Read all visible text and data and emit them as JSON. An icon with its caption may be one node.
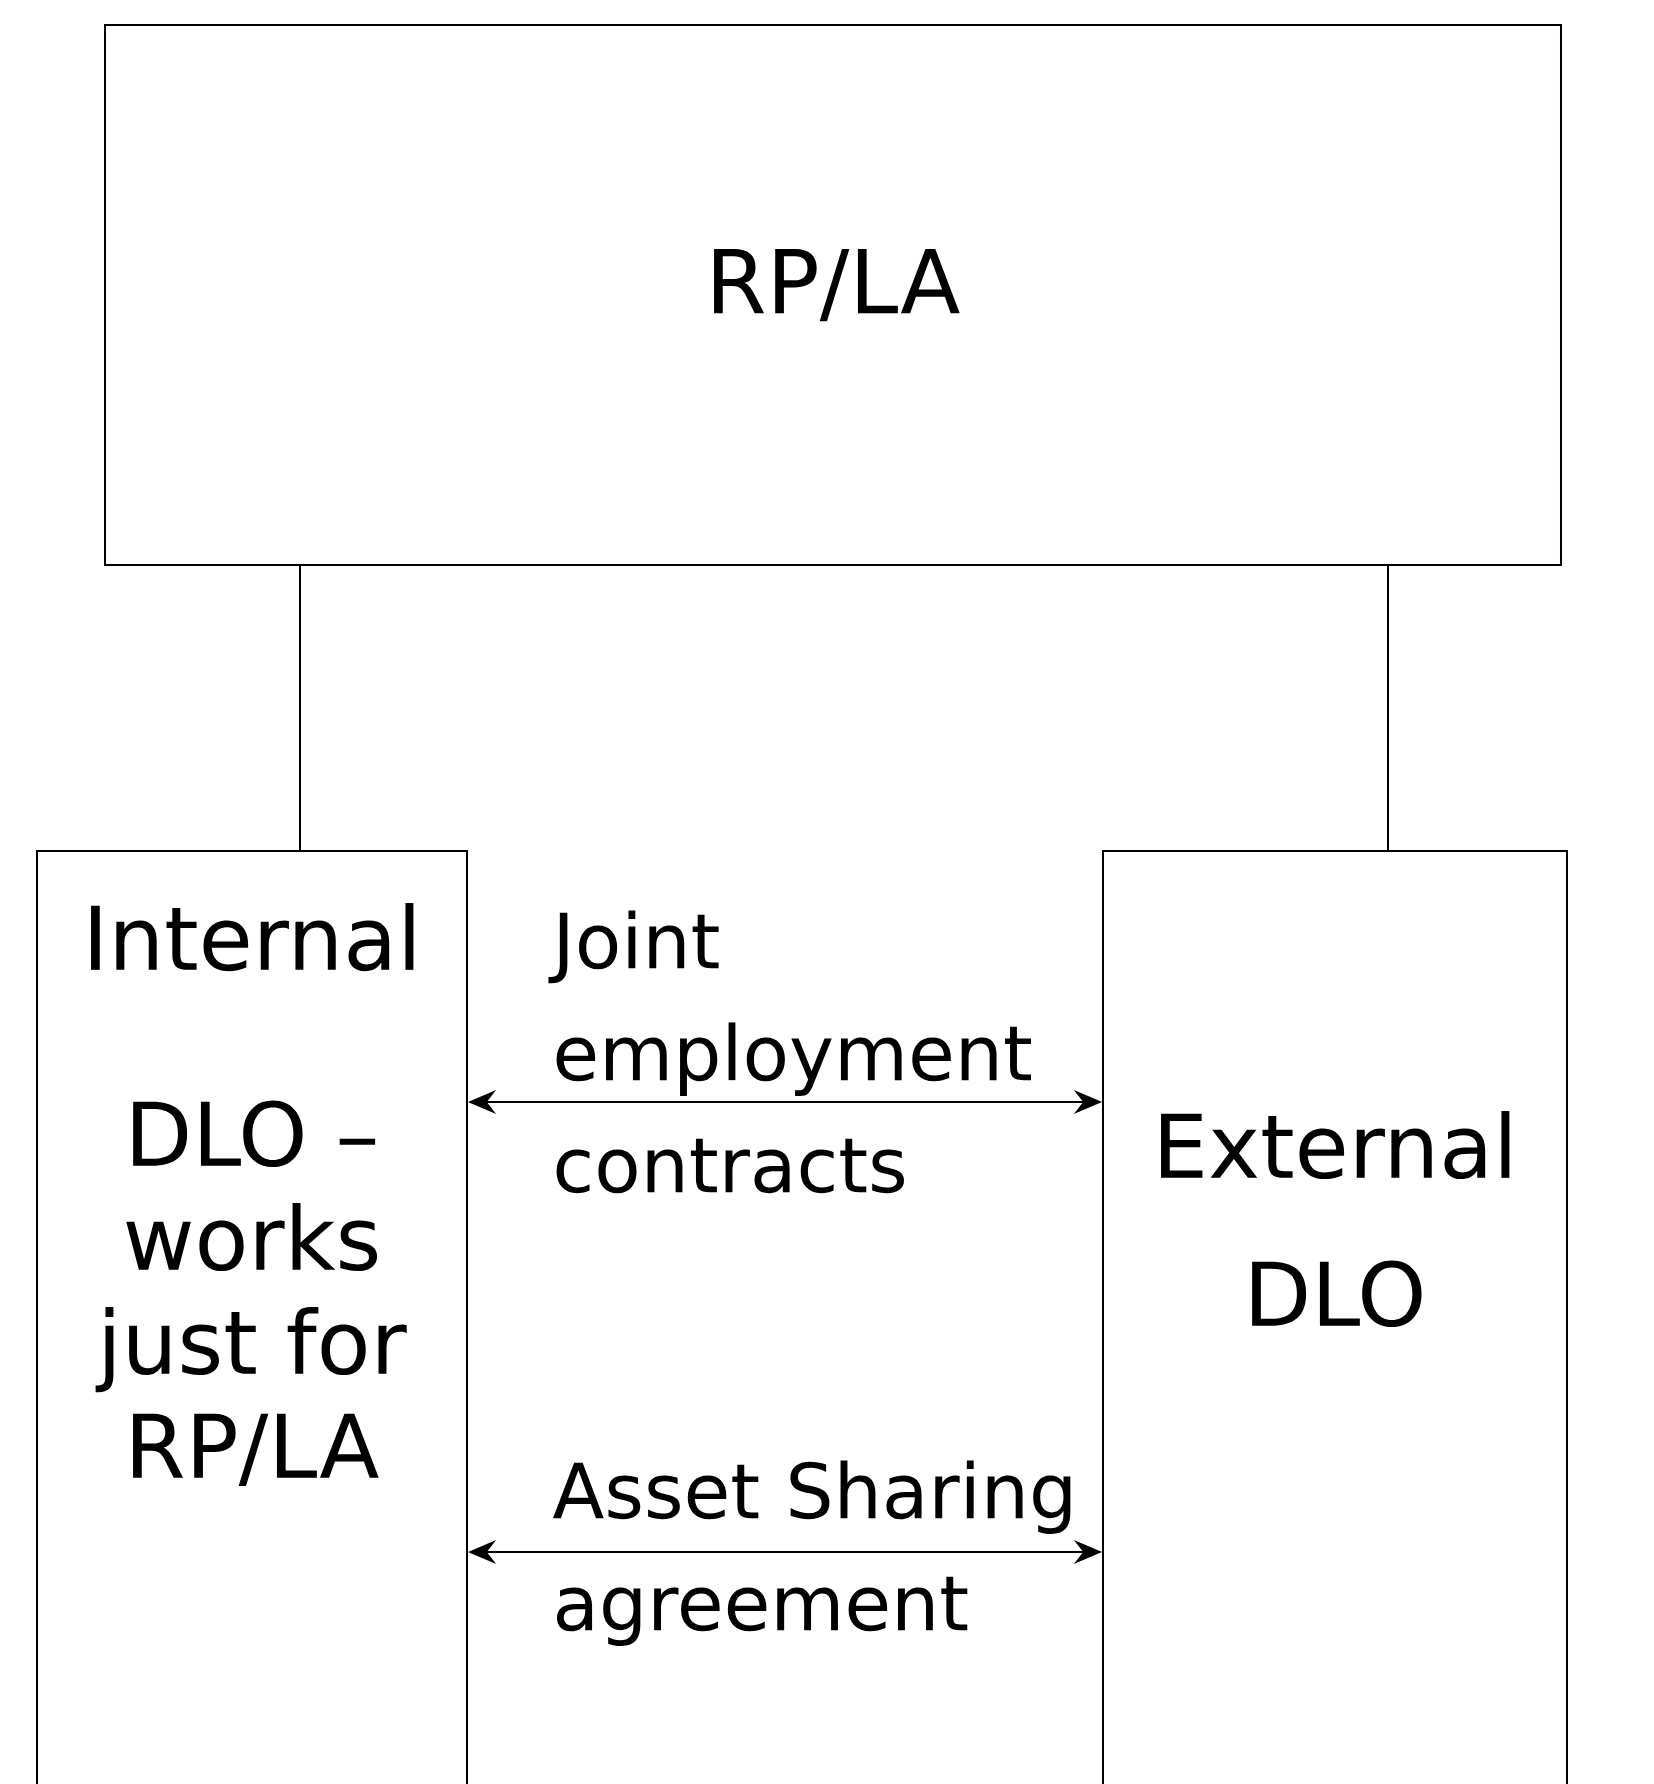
{
  "diagram": {
    "nodes": [
      {
        "text": [
          "RP/LA"
        ]
      },
      {
        "text": [
          "Internal",
          "DLO – works just for RP/LA"
        ]
      },
      {
        "text": [
          "External",
          "DLO"
        ]
      }
    ],
    "edges": [
      {
        "from": 0,
        "to": 1,
        "arrow": "none"
      },
      {
        "from": 0,
        "to": 2,
        "arrow": "none"
      },
      {
        "from": 1,
        "to": 2,
        "arrow": "both",
        "label": "Joint employment contracts"
      },
      {
        "from": 1,
        "to": 2,
        "arrow": "both",
        "label": "Asset Sharing agreement"
      }
    ]
  }
}
